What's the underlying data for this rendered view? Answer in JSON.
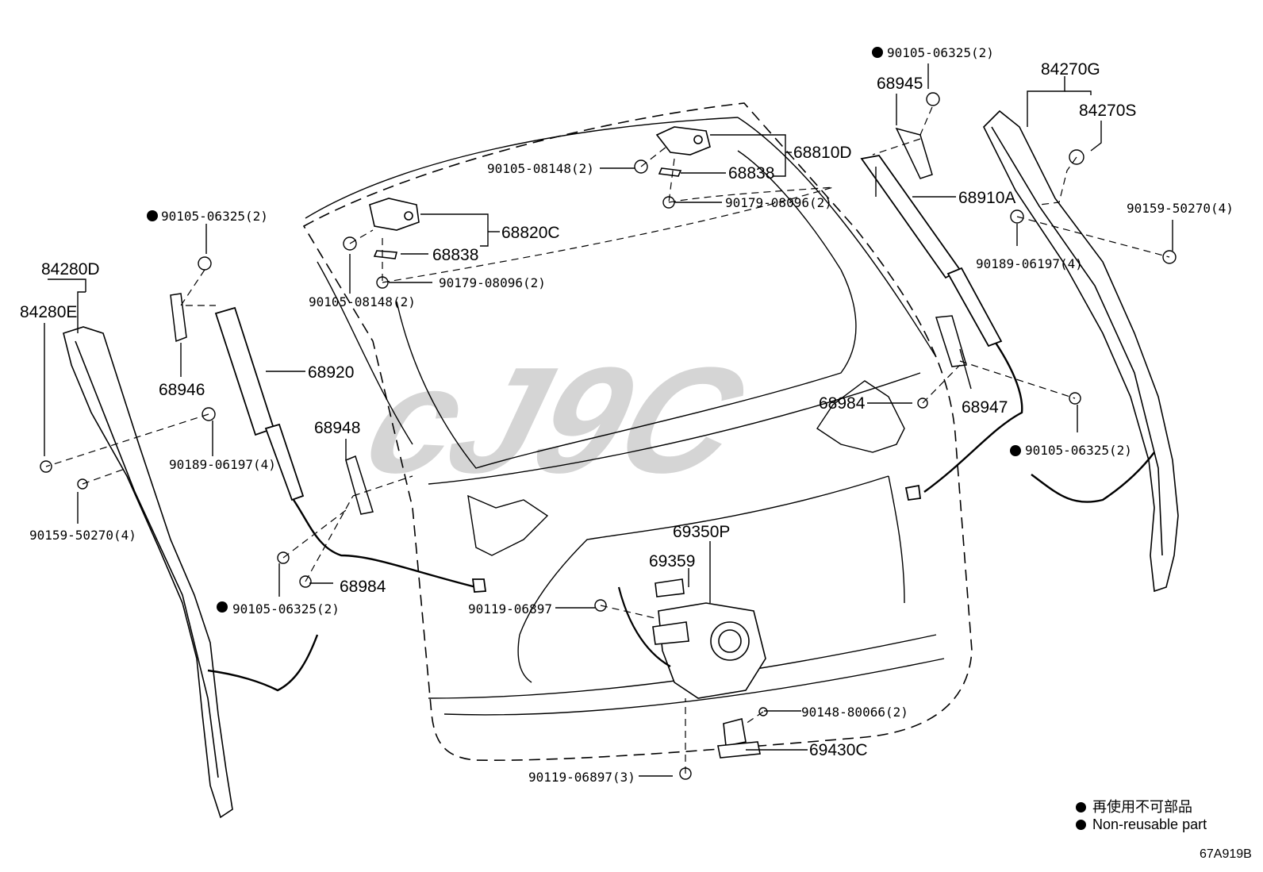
{
  "parts": {
    "p1": "90105-06325(2)",
    "p2": "68945",
    "p3": "84270G",
    "p4": "84270S",
    "p5": "90105-08148(2)",
    "p6": "68838",
    "p7": "68810D",
    "p8": "90179-08096(2)",
    "p9": "68910A",
    "p10": "90159-50270(4)",
    "p11": "90189-06197(4)",
    "p12": "90105-06325(2)",
    "p13": "68838",
    "p14": "68820C",
    "p15": "90179-08096(2)",
    "p16": "90105-08148(2)",
    "p17": "84280D",
    "p18": "84280E",
    "p19": "68946",
    "p20": "68920",
    "p21": "68948",
    "p22": "90189-06197(4)",
    "p23": "90159-50270(4)",
    "p24": "68984",
    "p25": "90105-06325(2)",
    "p26": "68947",
    "p27": "68984",
    "p28": "90105-06325(2)",
    "p29": "69350P",
    "p30": "69359",
    "p31": "90119-06897",
    "p32": "90148-80066(2)",
    "p33": "69430C",
    "p34": "90119-06897(3)"
  },
  "legend": {
    "line1": "再使用不可部品",
    "line2": "Non-reusable part"
  },
  "figure_id": "67A919B",
  "watermark": "cJ9C"
}
